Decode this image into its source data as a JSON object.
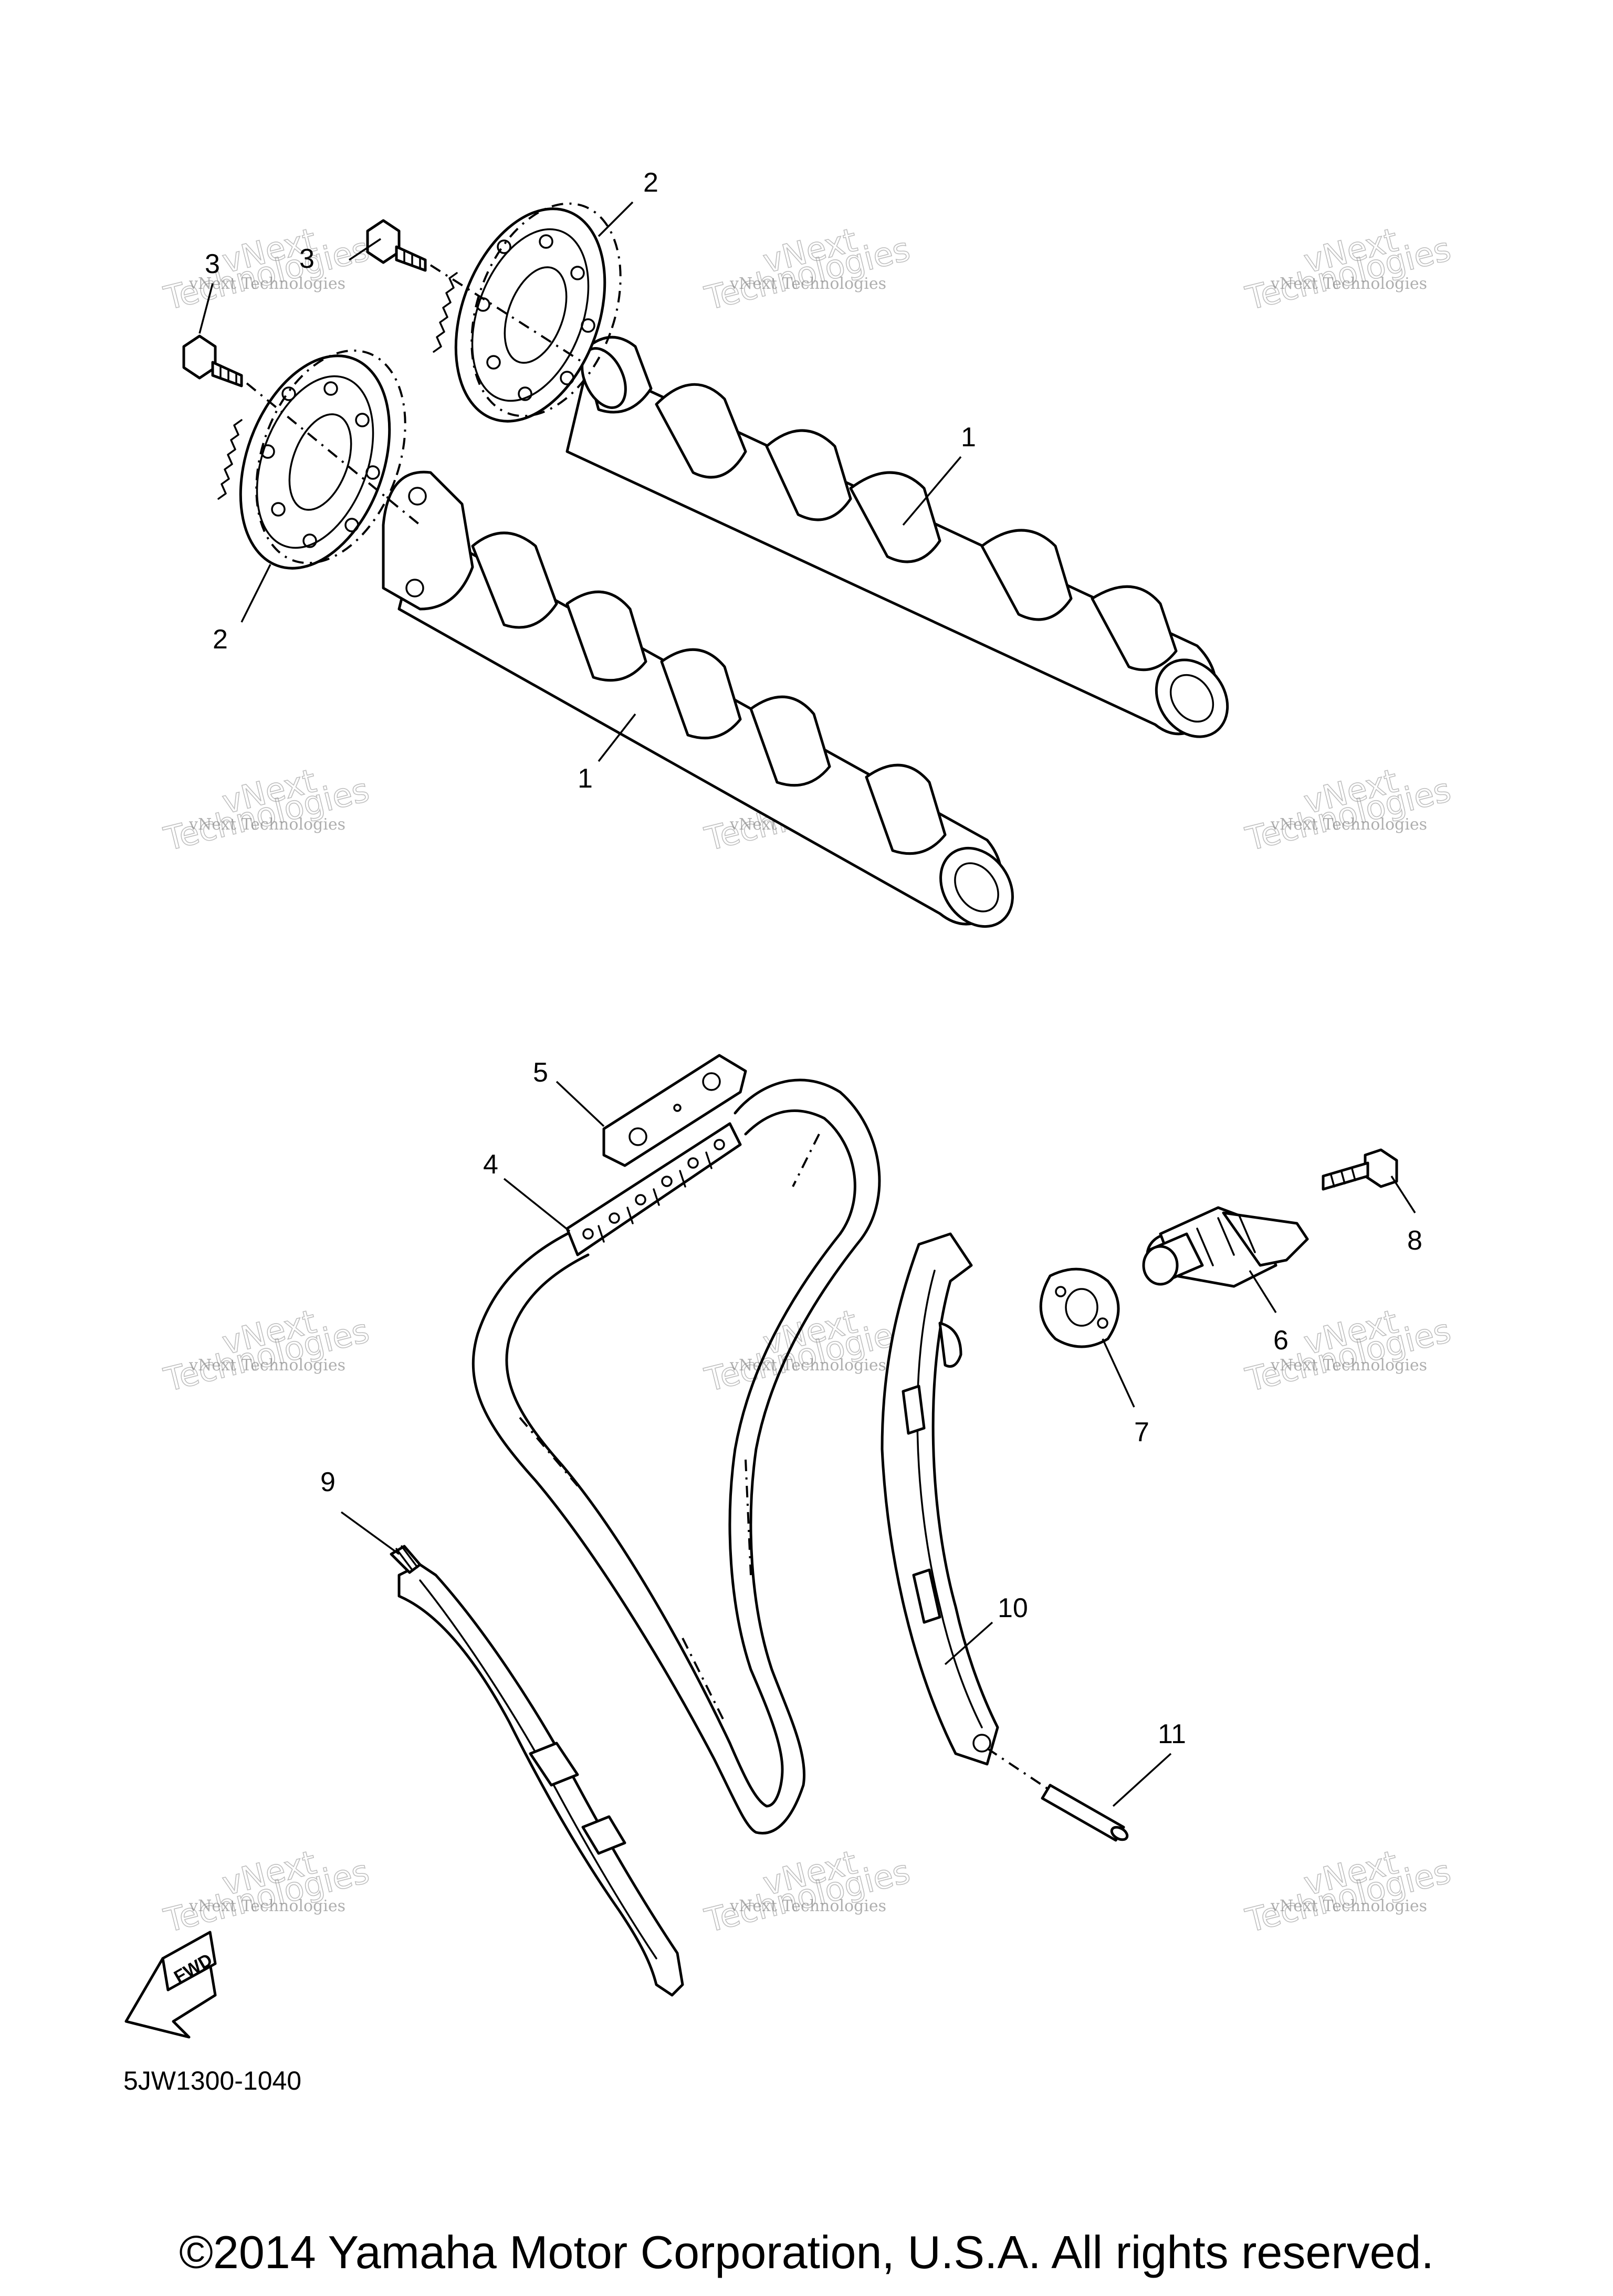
{
  "callouts": {
    "c1_top": "1",
    "c1_bottom": "1",
    "c2_top": "2",
    "c2_bottom": "2",
    "c3_top_left": "3",
    "c3_top_right": "3",
    "c4": "4",
    "c5": "5",
    "c6": "6",
    "c7": "7",
    "c8": "8",
    "c9": "9",
    "c10": "10",
    "c11": "11"
  },
  "watermark": {
    "line1": "vNext Technologies",
    "line2": "vNext",
    "line3": "Technologies"
  },
  "fwd_label": "FWD",
  "diagram_code": "5JW1300-1040",
  "copyright": "©2014 Yamaha Motor Corporation, U.S.A. All rights reserved."
}
